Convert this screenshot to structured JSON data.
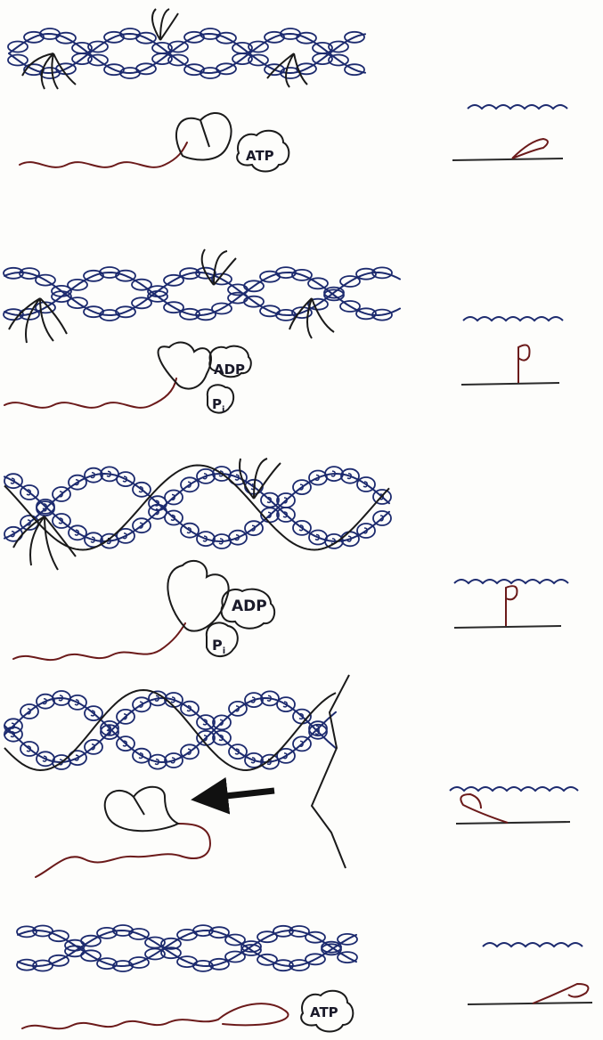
{
  "title": "",
  "stages": [
    {
      "stage": 1,
      "molecules": [
        "ATP"
      ]
    },
    {
      "stage": 2,
      "molecules": [
        "ADP",
        "Pi"
      ]
    },
    {
      "stage": 3,
      "molecules": [
        "ADP",
        "Pi"
      ]
    },
    {
      "stage": 4,
      "molecules": []
    },
    {
      "stage": 5,
      "molecules": [
        "ATP"
      ]
    }
  ],
  "labels": {
    "atp_1": "ATP",
    "adp_2": "ADP",
    "pi_2": "Pi",
    "adp_3": "ADP",
    "pi_3": "Pi",
    "atp_5": "ATP"
  },
  "colors": {
    "actin": "#1c2a6e",
    "myosin": "#6b1a1a",
    "line": "#2a2a2a",
    "background": "#fdfdfb"
  },
  "icons": {
    "power_stroke_direction": "arrow-left-icon"
  }
}
